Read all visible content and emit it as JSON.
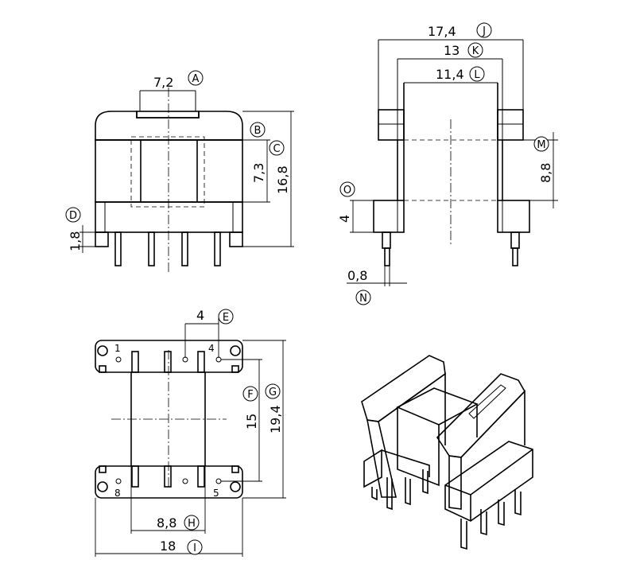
{
  "dimensions": {
    "A": "7,2",
    "C_val": "16,8",
    "B_val": "7,3",
    "D_val": "1,8",
    "J": "17,4",
    "K": "13",
    "L": "11,4",
    "M_val": "8,8",
    "O_val": "4",
    "N_val": "0,8",
    "E_val": "4",
    "F_val": "15",
    "G_val": "19,4",
    "H": "8,8",
    "I": "18"
  },
  "callouts": {
    "A": "A",
    "B": "B",
    "C": "C",
    "D": "D",
    "E": "E",
    "F": "F",
    "G": "G",
    "H": "H",
    "I": "I",
    "J": "J",
    "K": "K",
    "L": "L",
    "M": "M",
    "N": "N",
    "O": "O"
  },
  "pins": {
    "p1": "1",
    "p4": "4",
    "p5": "5",
    "p8": "8"
  }
}
